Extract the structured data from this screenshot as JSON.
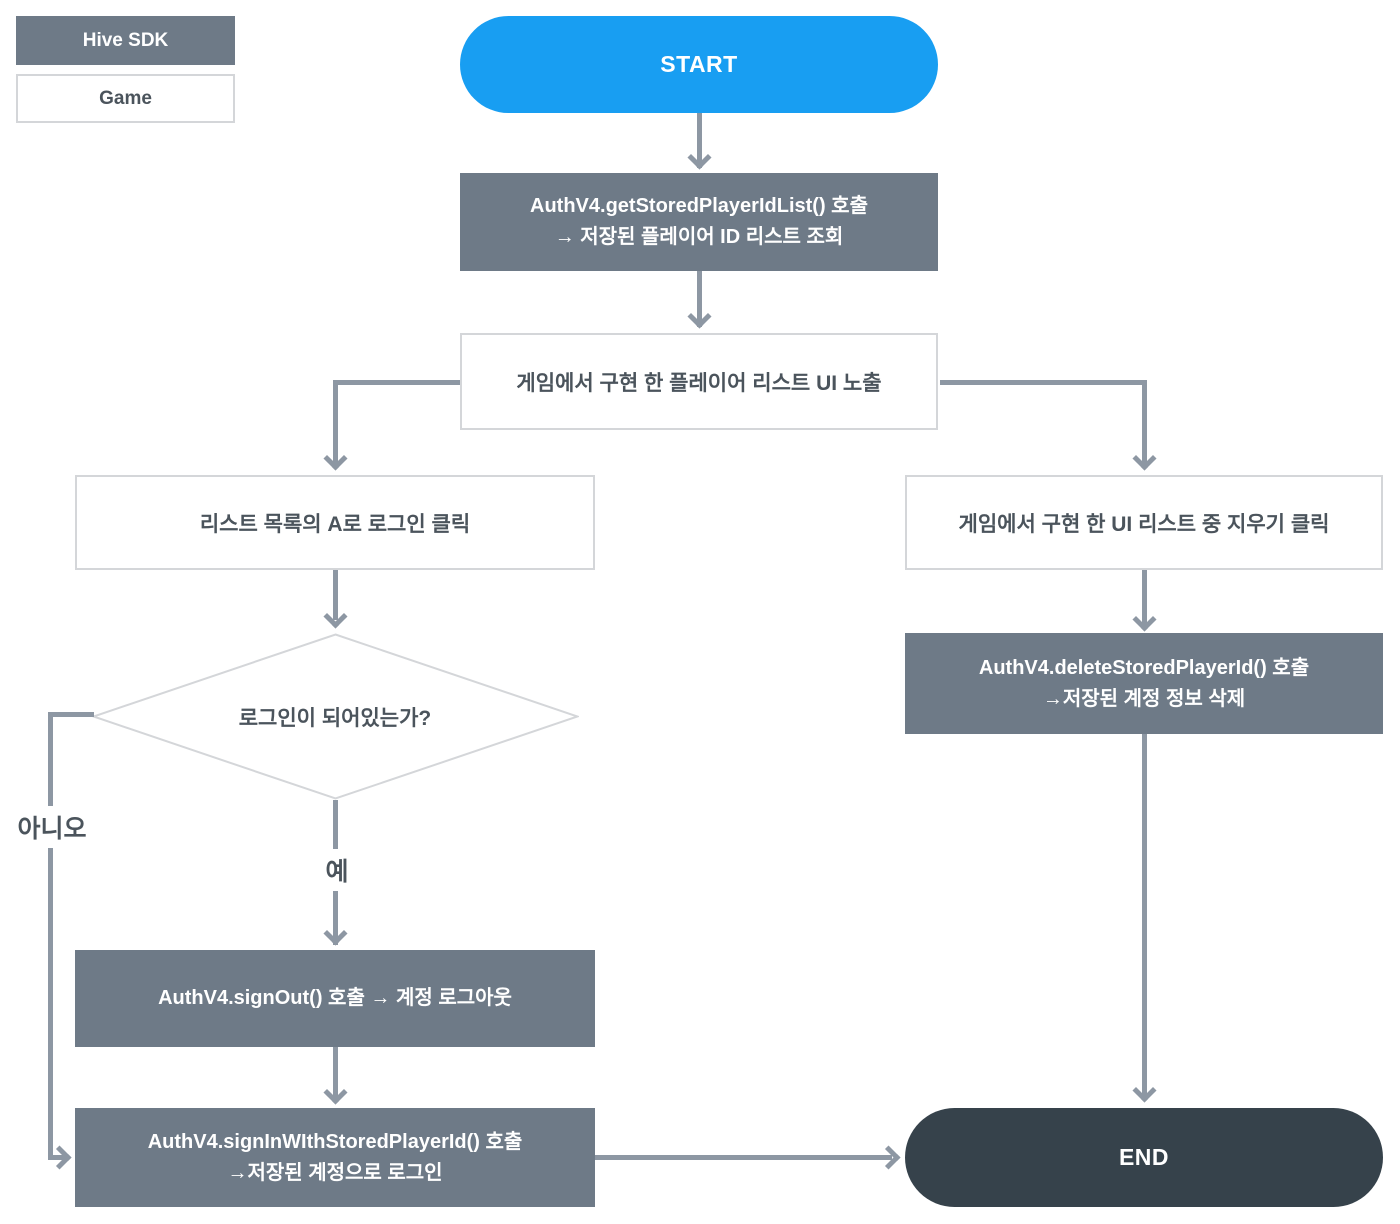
{
  "diagram": {
    "legend": [
      {
        "label": "Hive SDK"
      },
      {
        "label": "Game"
      }
    ],
    "start": {
      "label": "START"
    },
    "end": {
      "label": "END"
    },
    "steps": {
      "get_stored": {
        "line1": "AuthV4.getStoredPlayerIdList() 호출",
        "line2": "→ 저장된 플레이어 ID 리스트 조회"
      },
      "show_list_ui": {
        "line1": "게임에서 구현 한 플레이어 리스트 UI 노출"
      },
      "login_click": {
        "line1": "리스트 목록의 A로 로그인 클릭"
      },
      "delete_click": {
        "line1": "게임에서 구현 한 UI 리스트 중 지우기 클릭"
      },
      "decision": {
        "line1": "로그인이 되어있는가?"
      },
      "sign_out": {
        "line1": "AuthV4.signOut() 호출 → 계정 로그아웃"
      },
      "sign_in": {
        "line1": "AuthV4.signInWIthStoredPlayerId() 호출",
        "line2": "→저장된 계정으로 로그인"
      },
      "delete_stored": {
        "line1": "AuthV4.deleteStoredPlayerId() 호출",
        "line2": "→저장된 계정 정보 삭제"
      }
    },
    "edge_labels": {
      "yes": "예",
      "no": "아니오"
    },
    "colors": {
      "start_fill": "#189ef2",
      "end_fill": "#36424b",
      "sdk_fill": "#6e7a87",
      "line": "#8d97a3",
      "box_border": "#d4d6d9",
      "text_dark": "#4b545c"
    }
  }
}
